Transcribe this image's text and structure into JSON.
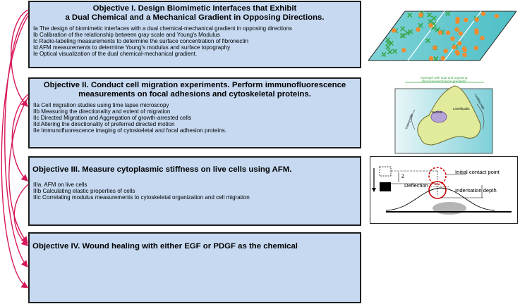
{
  "objectives": [
    {
      "title_line1": "Objective I.  Design Biomimetic Interfaces that Exhibit",
      "title_line2": "a Dual Chemical and a Mechanical Gradient in Opposing Directions.",
      "items": [
        "Ia The design of biomimetic interfaces with a dual chemical-mechanical gradient in opposing directions",
        "Ib Calibration of the relationship between gray scale and Young's Modulus",
        "Ic Radio-labeling measurements to determine the surface concentration of fibronectin",
        "Id AFM measurements to determine Young's modulus and surface topography",
        "Ie Optical visualization of the dual chemical-mechanical gradient."
      ]
    },
    {
      "title_line1": "Objective II. Conduct cell migration experiments. Perform immunofluorescence",
      "title_line2": "measurements on focal adhesions and cytoskeletal proteins.",
      "items": [
        "IIa Cell migration studies using time lapse microscopy",
        "IIb Measuring the directionality and extent of migration",
        "IIc Directed Migration and Aggregation of growth-arrested cells",
        "IId Altering the directionality of preferred directed motion",
        "IIe Immunofluorescence imaging of cytoskeletal and focal adhesion proteins."
      ]
    },
    {
      "title_line1": "Objective III. Measure cytoplasmic stiffness on live cells using AFM.",
      "items": [
        "IIIa. AFM on live cells",
        "IIIb Calculating elastic properties of cells",
        "IIIc Correlating modulus measurements to cytoskeletal organization and cell migration"
      ]
    },
    {
      "title_line1": "Objective IV. Wound healing with either EGF or PDGF as the chemical"
    }
  ],
  "figure2": {
    "top_label_line1": "Hydrogel with dual and opposing",
    "top_label_line2": "chemical-mechanical gradients",
    "nucleus_label": "Nucleus",
    "lamellipodia_label": "Lamellipodia",
    "leading_edge_label": "Leading edge",
    "trailing_edge_label": "Trailing edge"
  },
  "figure3": {
    "initial_contact_label": "Initial contact point",
    "deflection_label": "Deflection",
    "indentation_label": "Indentation depth",
    "z_label": "Z"
  },
  "colors": {
    "box_fill": "#c6d9f1",
    "arrow": "#d6185b",
    "gradient_teal": "#5ec6cc",
    "cross_green": "#3aa64a",
    "dot_orange": "#f28a2e",
    "cell_fill": "#e2eb9c"
  }
}
